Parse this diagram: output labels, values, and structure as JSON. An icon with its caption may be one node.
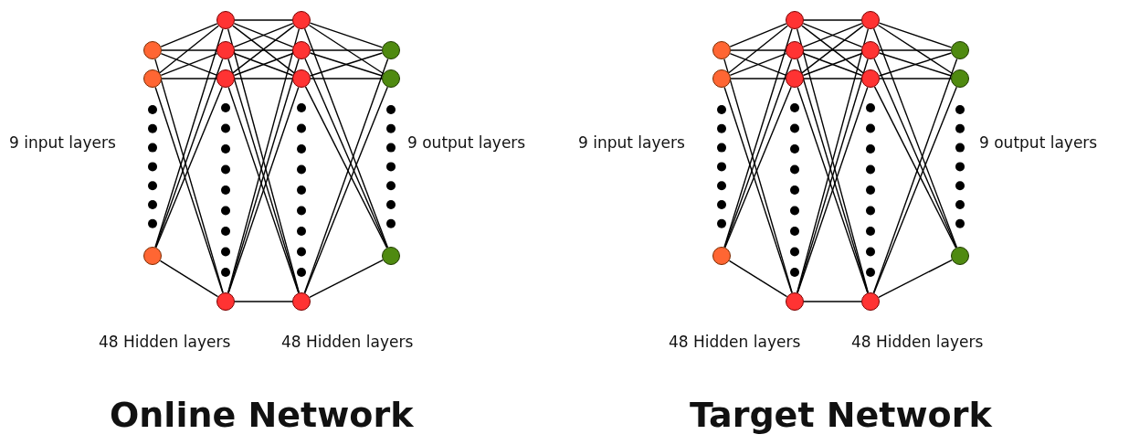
{
  "diagram": {
    "nodes": [
      {
        "text": [],
        "shape": "circle"
      },
      {
        "text": [],
        "shape": "circle"
      },
      {
        "text": [],
        "shape": "circle"
      },
      {
        "text": [],
        "shape": "circle"
      },
      {
        "text": [],
        "shape": "circle"
      },
      {
        "text": [],
        "shape": "circle"
      },
      {
        "text": [],
        "shape": "circle"
      },
      {
        "text": [],
        "shape": "circle"
      },
      {
        "text": [],
        "shape": "circle"
      },
      {
        "text": [],
        "shape": "circle"
      },
      {
        "text": [],
        "shape": "circle"
      },
      {
        "text": [],
        "shape": "circle"
      },
      {
        "text": [],
        "shape": "circle"
      },
      {
        "text": [],
        "shape": "circle"
      },
      {
        "text": [],
        "shape": "circle"
      },
      {
        "text": [],
        "shape": "circle"
      },
      {
        "text": [],
        "shape": "circle"
      },
      {
        "text": [],
        "shape": "circle"
      },
      {
        "text": [],
        "shape": "circle"
      },
      {
        "text": [],
        "shape": "circle"
      },
      {
        "text": [],
        "shape": "circle"
      },
      {
        "text": [],
        "shape": "circle"
      },
      {
        "text": [],
        "shape": "circle"
      },
      {
        "text": [],
        "shape": "circle"
      },
      {
        "text": [],
        "shape": "circle"
      },
      {
        "text": [],
        "shape": "circle"
      },
      {
        "text": [],
        "shape": "circle"
      },
      {
        "text": [],
        "shape": "circle"
      }
    ],
    "edges": [
      {
        "from": 0,
        "to": 3,
        "arrow": "none"
      },
      {
        "from": 0,
        "to": 4,
        "arrow": "none"
      },
      {
        "from": 0,
        "to": 5,
        "arrow": "none"
      },
      {
        "from": 0,
        "to": 6,
        "arrow": "none"
      },
      {
        "from": 1,
        "to": 3,
        "arrow": "none"
      },
      {
        "from": 1,
        "to": 4,
        "arrow": "none"
      },
      {
        "from": 1,
        "to": 5,
        "arrow": "none"
      },
      {
        "from": 1,
        "to": 6,
        "arrow": "none"
      },
      {
        "from": 2,
        "to": 3,
        "arrow": "none"
      },
      {
        "from": 2,
        "to": 4,
        "arrow": "none"
      },
      {
        "from": 2,
        "to": 5,
        "arrow": "none"
      },
      {
        "from": 2,
        "to": 6,
        "arrow": "none"
      },
      {
        "from": 3,
        "to": 7,
        "arrow": "none"
      },
      {
        "from": 3,
        "to": 8,
        "arrow": "none"
      },
      {
        "from": 3,
        "to": 9,
        "arrow": "none"
      },
      {
        "from": 3,
        "to": 10,
        "arrow": "none"
      },
      {
        "from": 4,
        "to": 7,
        "arrow": "none"
      },
      {
        "from": 4,
        "to": 8,
        "arrow": "none"
      },
      {
        "from": 4,
        "to": 9,
        "arrow": "none"
      },
      {
        "from": 4,
        "to": 10,
        "arrow": "none"
      },
      {
        "from": 5,
        "to": 7,
        "arrow": "none"
      },
      {
        "from": 5,
        "to": 8,
        "arrow": "none"
      },
      {
        "from": 5,
        "to": 9,
        "arrow": "none"
      },
      {
        "from": 5,
        "to": 10,
        "arrow": "none"
      },
      {
        "from": 6,
        "to": 7,
        "arrow": "none"
      },
      {
        "from": 6,
        "to": 8,
        "arrow": "none"
      },
      {
        "from": 6,
        "to": 9,
        "arrow": "none"
      },
      {
        "from": 6,
        "to": 10,
        "arrow": "none"
      },
      {
        "from": 7,
        "to": 11,
        "arrow": "none"
      },
      {
        "from": 7,
        "to": 12,
        "arrow": "none"
      },
      {
        "from": 7,
        "to": 13,
        "arrow": "none"
      },
      {
        "from": 8,
        "to": 11,
        "arrow": "none"
      },
      {
        "from": 8,
        "to": 12,
        "arrow": "none"
      },
      {
        "from": 8,
        "to": 13,
        "arrow": "none"
      },
      {
        "from": 9,
        "to": 11,
        "arrow": "none"
      },
      {
        "from": 9,
        "to": 12,
        "arrow": "none"
      },
      {
        "from": 9,
        "to": 13,
        "arrow": "none"
      },
      {
        "from": 10,
        "to": 11,
        "arrow": "none"
      },
      {
        "from": 10,
        "to": 12,
        "arrow": "none"
      },
      {
        "from": 10,
        "to": 13,
        "arrow": "none"
      },
      {
        "from": 14,
        "to": 17,
        "arrow": "none"
      },
      {
        "from": 14,
        "to": 18,
        "arrow": "none"
      },
      {
        "from": 14,
        "to": 19,
        "arrow": "none"
      },
      {
        "from": 14,
        "to": 20,
        "arrow": "none"
      },
      {
        "from": 15,
        "to": 17,
        "arrow": "none"
      },
      {
        "from": 15,
        "to": 18,
        "arrow": "none"
      },
      {
        "from": 15,
        "to": 19,
        "arrow": "none"
      },
      {
        "from": 15,
        "to": 20,
        "arrow": "none"
      },
      {
        "from": 16,
        "to": 17,
        "arrow": "none"
      },
      {
        "from": 16,
        "to": 18,
        "arrow": "none"
      },
      {
        "from": 16,
        "to": 19,
        "arrow": "none"
      },
      {
        "from": 16,
        "to": 20,
        "arrow": "none"
      },
      {
        "from": 17,
        "to": 21,
        "arrow": "none"
      },
      {
        "from": 17,
        "to": 22,
        "arrow": "none"
      },
      {
        "from": 17,
        "to": 23,
        "arrow": "none"
      },
      {
        "from": 17,
        "to": 24,
        "arrow": "none"
      },
      {
        "from": 18,
        "to": 21,
        "arrow": "none"
      },
      {
        "from": 18,
        "to": 22,
        "arrow": "none"
      },
      {
        "from": 18,
        "to": 23,
        "arrow": "none"
      },
      {
        "from": 18,
        "to": 24,
        "arrow": "none"
      },
      {
        "from": 19,
        "to": 21,
        "arrow": "none"
      },
      {
        "from": 19,
        "to": 22,
        "arrow": "none"
      },
      {
        "from": 19,
        "to": 23,
        "arrow": "none"
      },
      {
        "from": 19,
        "to": 24,
        "arrow": "none"
      },
      {
        "from": 20,
        "to": 21,
        "arrow": "none"
      },
      {
        "from": 20,
        "to": 22,
        "arrow": "none"
      },
      {
        "from": 20,
        "to": 23,
        "arrow": "none"
      },
      {
        "from": 20,
        "to": 24,
        "arrow": "none"
      },
      {
        "from": 21,
        "to": 25,
        "arrow": "none"
      },
      {
        "from": 21,
        "to": 26,
        "arrow": "none"
      },
      {
        "from": 21,
        "to": 27,
        "arrow": "none"
      },
      {
        "from": 22,
        "to": 25,
        "arrow": "none"
      },
      {
        "from": 22,
        "to": 26,
        "arrow": "none"
      },
      {
        "from": 22,
        "to": 27,
        "arrow": "none"
      },
      {
        "from": 23,
        "to": 25,
        "arrow": "none"
      },
      {
        "from": 23,
        "to": 26,
        "arrow": "none"
      },
      {
        "from": 23,
        "to": 27,
        "arrow": "none"
      },
      {
        "from": 24,
        "to": 25,
        "arrow": "none"
      },
      {
        "from": 24,
        "to": 26,
        "arrow": "none"
      },
      {
        "from": 24,
        "to": 27,
        "arrow": "none"
      }
    ],
    "labels": [
      "9 input layers",
      "9 output layers",
      "9 input layers",
      "9 output layers",
      "48 Hidden layers",
      "48 Hidden layers",
      "48 Hidden layers",
      "48 Hidden layers",
      "Online Network",
      "Target Network"
    ]
  }
}
